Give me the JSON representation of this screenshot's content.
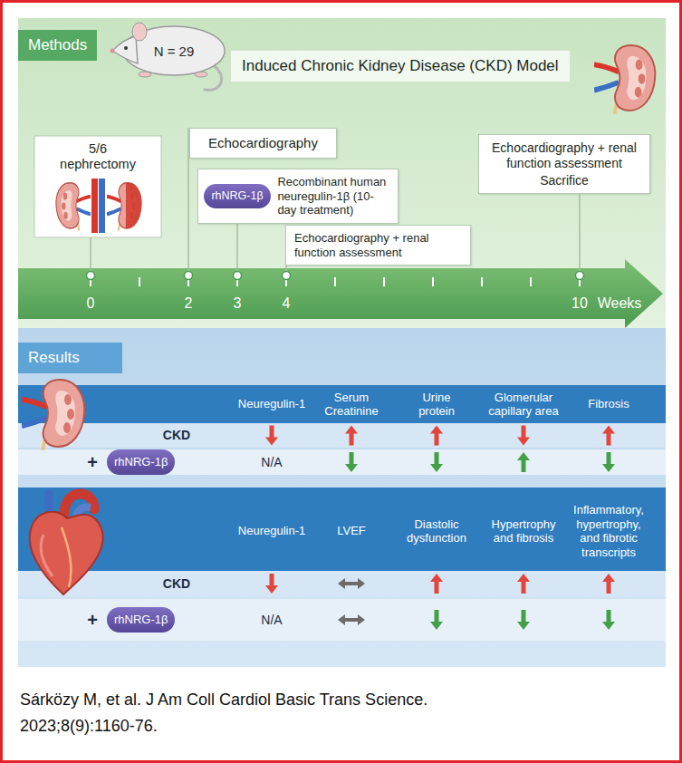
{
  "diagram": {
    "caption": "Sárközy M, et al. J Am Coll Cardiol Basic Trans Science. 2023;8(9):1160-76.",
    "nodes": [
      {
        "text": [
          "Methods"
        ]
      },
      {
        "text": [
          "Induced Chronic Kidney Disease (CKD) Model"
        ]
      },
      {
        "text": [
          "5/6 nephrectomy"
        ]
      },
      {
        "text": [
          "Echocardiography"
        ]
      },
      {
        "text": [
          "Recombinant human neuregulin-1β (10-day treatment)"
        ]
      },
      {
        "text": [
          "rhNRG-1β"
        ],
        "in": 4
      },
      {
        "text": [
          "Echocardiography + renal function assessment"
        ]
      },
      {
        "text": [
          "Echocardiography + renal function assessment",
          "Sacrifice"
        ]
      },
      {
        "text": [
          "Results"
        ]
      },
      {
        "text": [
          "rhNRG-1β"
        ]
      },
      {
        "text": [
          "rhNRG-1β"
        ]
      }
    ],
    "labels": [
      "N = 29",
      "0",
      "2",
      "3",
      "4",
      "10",
      "Weeks",
      "Neuregulin-1",
      "Serum Creatinine",
      "Urine protein",
      "Glomerular capillary area",
      "Fibrosis",
      "CKD",
      "+",
      "N/A",
      "Neuregulin-1",
      "LVEF",
      "Diastolic dysfunction",
      "Hypertrophy and fibrosis",
      "Inflammatory, hypertrophy, and fibrotic transcripts",
      "CKD",
      "+",
      "N/A"
    ]
  }
}
